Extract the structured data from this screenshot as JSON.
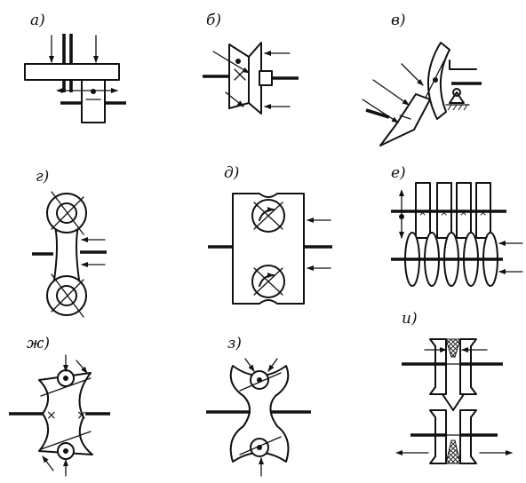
{
  "figure": {
    "panels": [
      {
        "id": "a",
        "label": "а)"
      },
      {
        "id": "b",
        "label": "б)"
      },
      {
        "id": "v",
        "label": "в)"
      },
      {
        "id": "g",
        "label": "г)"
      },
      {
        "id": "d",
        "label": "д)"
      },
      {
        "id": "e",
        "label": "е)"
      },
      {
        "id": "zh",
        "label": "ж)"
      },
      {
        "id": "z",
        "label": "з)"
      },
      {
        "id": "i",
        "label": "и)"
      }
    ]
  }
}
